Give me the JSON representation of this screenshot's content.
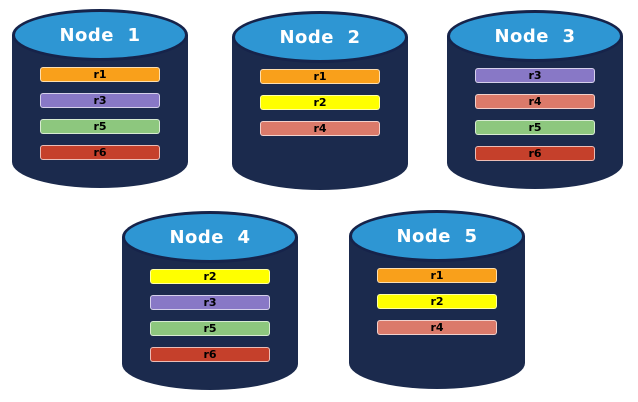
{
  "palette": {
    "cylinder_body": "#1B2A4D",
    "cylinder_top": "#2E96D3",
    "cylinder_outline": "#16234A",
    "title_text": "#FFFFFF",
    "bar_text": "#000000",
    "replica_colors": {
      "r1": "#F9A01B",
      "r2": "#FFFF00",
      "r3": "#8878C6",
      "r4": "#DB7A6A",
      "r5": "#8DC77E",
      "r6": "#C5402B"
    }
  },
  "nodes": [
    {
      "name": "Node  1",
      "replicas": [
        {
          "label": "r1",
          "color": "#F9A01B"
        },
        {
          "label": "r3",
          "color": "#8878C6"
        },
        {
          "label": "r5",
          "color": "#8DC77E"
        },
        {
          "label": "r6",
          "color": "#C5402B"
        }
      ]
    },
    {
      "name": "Node  2",
      "replicas": [
        {
          "label": "r1",
          "color": "#F9A01B"
        },
        {
          "label": "r2",
          "color": "#FFFF00"
        },
        {
          "label": "r4",
          "color": "#DB7A6A"
        }
      ]
    },
    {
      "name": "Node  3",
      "replicas": [
        {
          "label": "r3",
          "color": "#8878C6"
        },
        {
          "label": "r4",
          "color": "#DB7A6A"
        },
        {
          "label": "r5",
          "color": "#8DC77E"
        },
        {
          "label": "r6",
          "color": "#C5402B"
        }
      ]
    },
    {
      "name": "Node  4",
      "replicas": [
        {
          "label": "r2",
          "color": "#FFFF00"
        },
        {
          "label": "r3",
          "color": "#8878C6"
        },
        {
          "label": "r5",
          "color": "#8DC77E"
        },
        {
          "label": "r6",
          "color": "#C5402B"
        }
      ]
    },
    {
      "name": "Node  5",
      "replicas": [
        {
          "label": "r1",
          "color": "#F9A01B"
        },
        {
          "label": "r2",
          "color": "#FFFF00"
        },
        {
          "label": "r4",
          "color": "#DB7A6A"
        }
      ]
    }
  ]
}
